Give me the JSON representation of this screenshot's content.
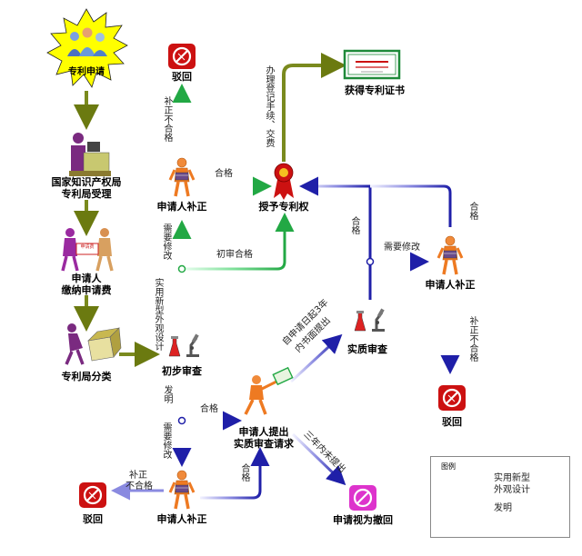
{
  "nodes": {
    "apply": "专利申请",
    "office_accept": "国家知识产权局\n专利局受理",
    "pay_fee": "申请人\n缴纳申请费",
    "classify": "专利局分类",
    "prelim_exam": "初步审查",
    "reject_top": "驳回",
    "supplement_top": "申请人补正",
    "grant": "授予专利权",
    "certificate": "获得专利证书",
    "substantive_request": "申请人提出\n实质审查请求",
    "substantive_exam": "实质审查",
    "supplement_right": "申请人补正",
    "reject_right": "驳回",
    "supplement_bottom": "申请人补正",
    "reject_bottom": "驳回",
    "withdrawn": "申请视为撤回",
    "fee_receipt": "申请费"
  },
  "edges": {
    "not_qualified_top": "补正不合格",
    "qualified_top": "合格",
    "needs_revision_green": "需要修改",
    "prelim_pass": "初审合格",
    "utility_design_vert": "实用新型外观设计",
    "registration": "办理登记手续、交费",
    "qualified_right": "合格",
    "qualified_mid": "合格",
    "needs_revision_blue": "需要修改",
    "not_qualified_right": "补正不合格",
    "invention_vert": "发明",
    "qualified_blue": "合格",
    "needs_revision_down": "需要修改",
    "qualified_bottom": "合格",
    "not_qualified_bottom_1": "补正",
    "not_qualified_bottom_2": "不合格",
    "request_in_3y_1": "自申请日起3年",
    "request_in_3y_2": "内书面提出",
    "not_requested_3y": "三年内未提出"
  },
  "legend": {
    "title": "图例",
    "green_1": "实用新型",
    "green_2": "外观设计",
    "blue": "发明"
  },
  "colors": {
    "olive": "#7a8a1e",
    "green": "#22bb44",
    "blue": "#2a2ab0",
    "person": "#ee7a22",
    "reject_red": "#cc1111",
    "withdraw_magenta": "#dd33cc",
    "star_yellow": "#ffff00"
  }
}
